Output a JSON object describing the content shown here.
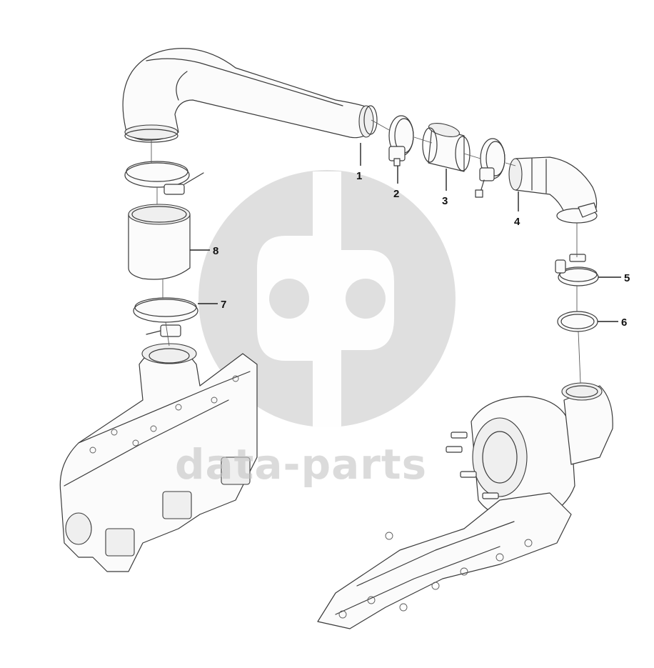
{
  "watermark": {
    "text": "data-parts",
    "logo": "dp-monogram-logo"
  },
  "callouts": [
    {
      "id": "1",
      "label": "1"
    },
    {
      "id": "2",
      "label": "2"
    },
    {
      "id": "3",
      "label": "3"
    },
    {
      "id": "4",
      "label": "4"
    },
    {
      "id": "5",
      "label": "5"
    },
    {
      "id": "6",
      "label": "6"
    },
    {
      "id": "7",
      "label": "7"
    },
    {
      "id": "8",
      "label": "8"
    }
  ],
  "parts": [
    {
      "callout": "1",
      "icon": "bent-tube-icon"
    },
    {
      "callout": "2",
      "icon": "hose-clamp-icon"
    },
    {
      "callout": "3",
      "icon": "sleeve-icon"
    },
    {
      "callout": "4",
      "icon": "elbow-pipe-icon"
    },
    {
      "callout": "5",
      "icon": "v-band-clamp-icon"
    },
    {
      "callout": "6",
      "icon": "o-ring-icon"
    },
    {
      "callout": "7",
      "icon": "hose-clamp-icon"
    },
    {
      "callout": "8",
      "icon": "sleeve-icon"
    }
  ]
}
